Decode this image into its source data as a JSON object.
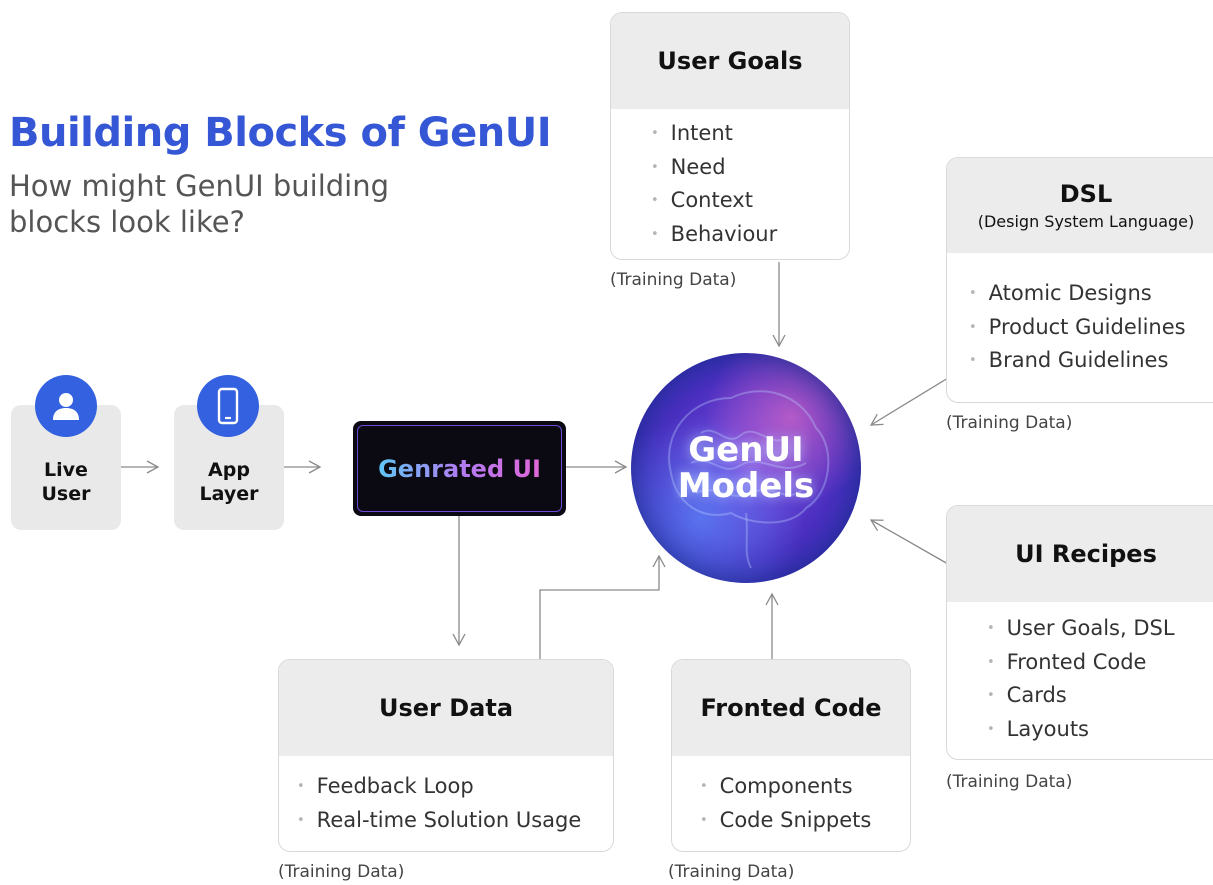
{
  "header": {
    "title": "Building Blocks of GenUI",
    "subtitle": "How might GenUI building blocks look like?"
  },
  "colors": {
    "title": "#3557d6",
    "icon_circle": "#3461e0",
    "card_header": "#ececec",
    "node_bg": "#e9e9e9",
    "arrow": "#8a8a8a"
  },
  "user_goals": {
    "title": "User Goals",
    "items": [
      "Intent",
      "Need",
      "Context",
      "Behaviour"
    ],
    "caption": "(Training Data)"
  },
  "dsl": {
    "title": "DSL",
    "subtitle": "(Design System Language)",
    "items": [
      "Atomic Designs",
      "Product Guidelines",
      "Brand Guidelines"
    ],
    "caption": "(Training Data)"
  },
  "ui_recipes": {
    "title": "UI Recipes",
    "items": [
      "User Goals, DSL",
      "Fronted Code",
      "Cards",
      "Layouts"
    ],
    "caption": "(Training Data)"
  },
  "user_data": {
    "title": "User Data",
    "items": [
      "Feedback Loop",
      "Real-time Solution Usage"
    ],
    "caption": "(Training Data)"
  },
  "frontend_code": {
    "title": "Fronted Code",
    "items": [
      "Components",
      "Code Snippets"
    ],
    "caption": "(Training Data)"
  },
  "live_user": {
    "line1": "Live",
    "line2": "User",
    "icon": "user-icon"
  },
  "app_layer": {
    "line1": "App",
    "line2": "Layer",
    "icon": "smartphone-icon"
  },
  "generated_ui": {
    "label": "Genrated UI"
  },
  "genui_models": {
    "line1": "GenUI",
    "line2": "Models"
  }
}
